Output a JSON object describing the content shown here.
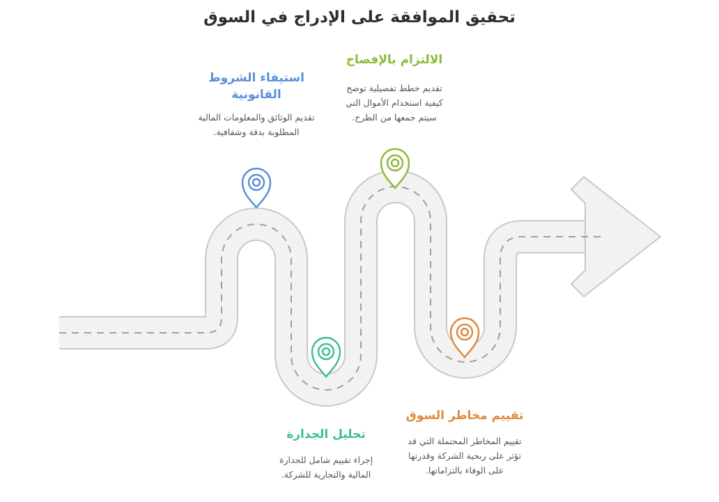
{
  "title": "تحقيق الموافقة على الإدراج في السوق",
  "colors": {
    "road_fill": "#f2f2f2",
    "road_edge": "#c8c8c8",
    "dash": "#9e9e9e",
    "blue": "#5b8fd9",
    "green": "#3fbf8f",
    "lime": "#8dbb3a",
    "orange": "#e08a3c"
  },
  "steps": [
    {
      "heading": "استيفاء الشروط القانونية",
      "description": "تقديم الوثائق والمعلومات المالية المطلوبة بدقة وشفافية.",
      "color": "#5b8fd9",
      "icon": "location-pin-icon"
    },
    {
      "heading": "تحليل الجدارة",
      "description": "إجراء تقييم شامل للجدارة المالية والتجارية للشركة.",
      "color": "#3fbf8f",
      "icon": "location-pin-icon"
    },
    {
      "heading": "الالتزام بالإفصاح",
      "description": "تقديم خطط تفصيلية توضح كيفية استخدام الأموال التي سيتم جمعها من الطرح.",
      "color": "#8dbb3a",
      "icon": "location-pin-icon"
    },
    {
      "heading": "تقييم مخاطر السوق",
      "description": "تقييم المخاطر المحتملة التي قد تؤثر على ربحية الشركة وقدرتها على الوفاء بالتزاماتها.",
      "color": "#e08a3c",
      "icon": "location-pin-icon"
    }
  ]
}
